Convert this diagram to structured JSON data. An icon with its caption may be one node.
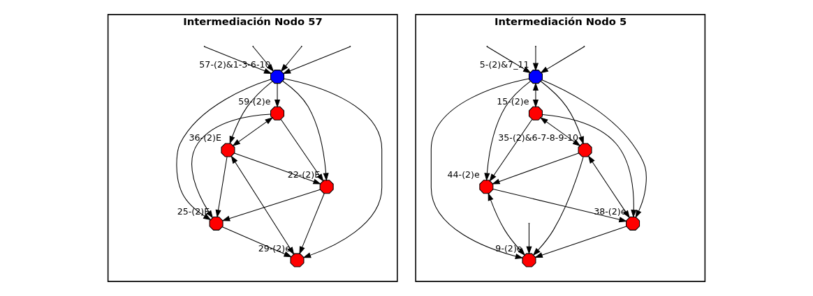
{
  "diagram": {
    "nodes": [
      {
        "text": [
          "Intermediación Nodo 57"
        ]
      },
      {
        "text": [],
        "shape": "octagon",
        "beside": [
          "22-(2)E"
        ],
        "in": 0
      },
      {
        "text": [],
        "shape": "octagon",
        "beside": [
          "25-(2)E"
        ],
        "in": 0
      },
      {
        "text": [],
        "shape": "octagon",
        "beside": [
          "36-(2)E"
        ],
        "in": 0
      },
      {
        "text": [],
        "shape": "octagon",
        "beside": [
          "29-(2)e"
        ],
        "in": 0
      },
      {
        "text": [],
        "shape": "octagon",
        "beside": [
          "59-(2)e"
        ],
        "in": 0
      },
      {
        "text": [],
        "shape": "octagon",
        "beside": [
          "57-(2)&1-3-6-10"
        ],
        "in": 0
      },
      {
        "text": [
          "Intermediación Nodo 5"
        ]
      },
      {
        "text": [],
        "shape": "octagon",
        "beside": [
          "35-(2)&6-7-8-9-10"
        ],
        "in": 7
      },
      {
        "text": [],
        "shape": "octagon",
        "beside": [
          "5-(2)&7_11"
        ],
        "in": 7
      },
      {
        "text": [],
        "shape": "octagon",
        "beside": [
          "38-(2)e"
        ],
        "in": 7
      },
      {
        "text": [],
        "shape": "octagon",
        "beside": [
          "44-(2)e"
        ],
        "in": 7
      },
      {
        "text": [],
        "shape": "octagon",
        "beside": [
          "9-(2)e"
        ],
        "in": 7
      },
      {
        "text": [],
        "shape": "octagon",
        "beside": [
          "15-(2)e"
        ],
        "in": 7
      }
    ],
    "edges": [
      {
        "from": 1,
        "to": 2,
        "arrow": "to"
      },
      {
        "from": 3,
        "to": 1,
        "arrow": "to"
      },
      {
        "from": 3,
        "to": 2,
        "arrow": "to"
      },
      {
        "from": 5,
        "to": 1,
        "arrow": "to"
      },
      {
        "from": 6,
        "to": 1,
        "arrow": "to"
      },
      {
        "from": 1,
        "to": 4,
        "arrow": "to"
      },
      {
        "from": 2,
        "to": 4,
        "arrow": "to"
      },
      {
        "from": 3,
        "to": 4,
        "arrow": "both"
      },
      {
        "from": 5,
        "to": 2,
        "arrow": "to"
      },
      {
        "from": 6,
        "to": 4,
        "arrow": "to"
      },
      {
        "from": 6,
        "to": 2,
        "arrow": "to"
      },
      {
        "from": 5,
        "to": 3,
        "arrow": "both"
      },
      {
        "from": 6,
        "to": 5,
        "arrow": "to"
      },
      {
        "from": 6,
        "to": 3,
        "arrow": "to"
      },
      {
        "from": null,
        "to": 6,
        "arrow": "to"
      },
      {
        "from": null,
        "to": 6,
        "arrow": "to"
      },
      {
        "from": null,
        "to": 6,
        "arrow": "to"
      },
      {
        "from": null,
        "to": 6,
        "arrow": "to"
      },
      {
        "from": null,
        "to": 9,
        "arrow": "to"
      },
      {
        "from": null,
        "to": 9,
        "arrow": "to"
      },
      {
        "from": null,
        "to": 9,
        "arrow": "to"
      },
      {
        "from": 9,
        "to": 8,
        "arrow": "to"
      },
      {
        "from": 9,
        "to": 10,
        "arrow": "to"
      },
      {
        "from": 9,
        "to": 11,
        "arrow": "to"
      },
      {
        "from": 9,
        "to": 12,
        "arrow": "to"
      },
      {
        "from": 9,
        "to": 13,
        "arrow": "both"
      },
      {
        "from": 13,
        "to": 8,
        "arrow": "both"
      },
      {
        "from": 13,
        "to": 11,
        "arrow": "to"
      },
      {
        "from": 13,
        "to": 10,
        "arrow": "to"
      },
      {
        "from": 8,
        "to": 11,
        "arrow": "to"
      },
      {
        "from": 8,
        "to": 10,
        "arrow": "both"
      },
      {
        "from": 8,
        "to": 12,
        "arrow": "to"
      },
      {
        "from": 11,
        "to": 12,
        "arrow": "both"
      },
      {
        "from": 10,
        "to": 12,
        "arrow": "to"
      },
      {
        "from": 11,
        "to": 10,
        "arrow": "to"
      },
      {
        "from": null,
        "to": 12,
        "arrow": "to"
      }
    ]
  }
}
